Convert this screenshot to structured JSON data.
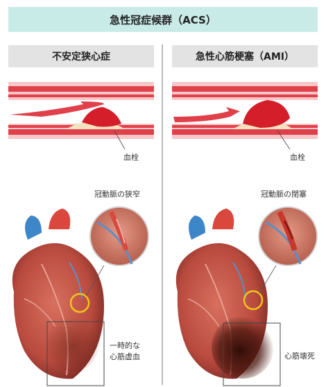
{
  "title": "急性冠症候群（ACS）",
  "left": {
    "heading": "不安定狭心症",
    "thrombus_label": "血栓",
    "zoom_label": "冠動脈の狭窄",
    "damage_label_line1": "一時的な",
    "damage_label_line2": "心筋虚血"
  },
  "right": {
    "heading": "急性心筋梗塞（AMI）",
    "thrombus_label": "血栓",
    "zoom_label": "冠動脈の閉塞",
    "damage_label": "心筋壊死"
  },
  "colors": {
    "title_bg": "#c9ebe7",
    "heading_bg": "#e3e3e3",
    "vessel_red": "#e0404a",
    "vessel_light": "#f6c6c8",
    "clot": "#d41e2a",
    "plaque": "#f3e2c0",
    "highlight_ring": "#f0c419",
    "heart_muscle": "#b84a3e",
    "aorta_blue": "#3d86c7"
  }
}
